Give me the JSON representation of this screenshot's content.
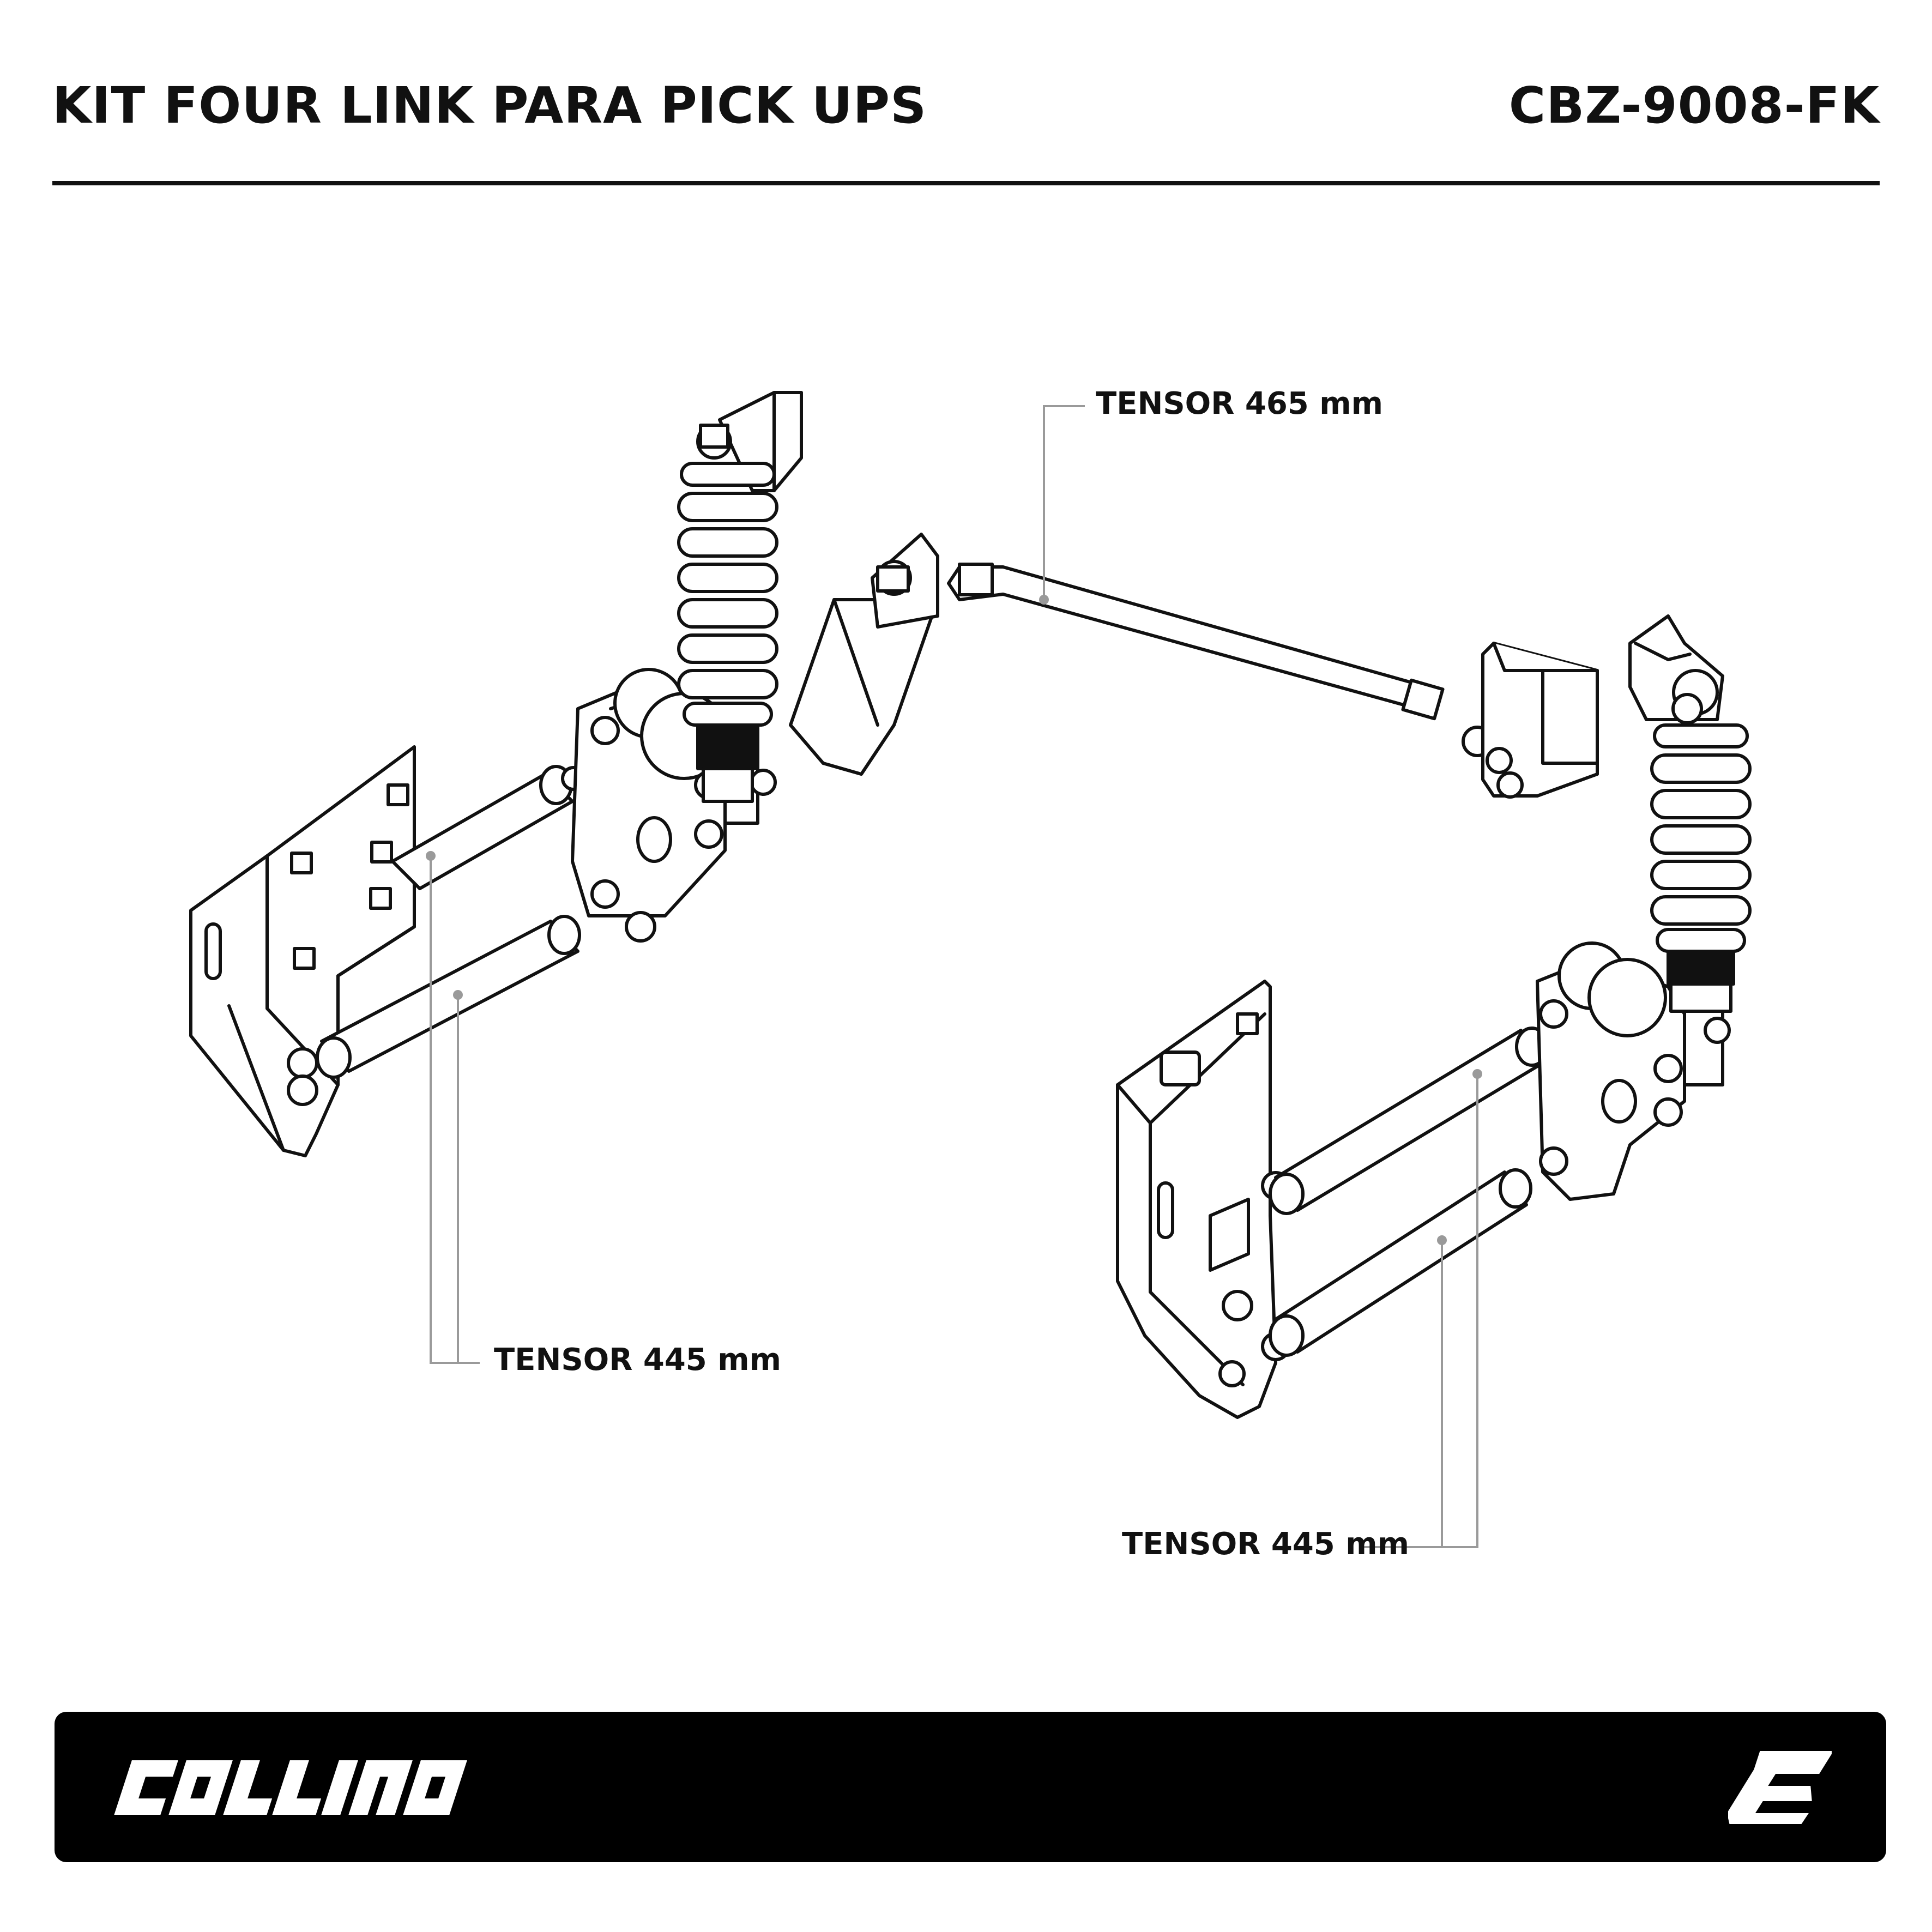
{
  "header": {
    "title": "KIT FOUR LINK PARA PICK UPS",
    "code": "CBZ-9008-FK"
  },
  "callouts": [
    {
      "id": "top",
      "text": "TENSOR 465 mm"
    },
    {
      "id": "left",
      "text": "TENSOR 445 mm"
    },
    {
      "id": "right",
      "text": "TENSOR 445 mm"
    }
  ],
  "footer": {
    "brand": "COLLINO",
    "background": "#000000",
    "foreground": "#ffffff"
  },
  "colors": {
    "line": "#111111",
    "leader": "#9a9a9a",
    "ink": "#111111"
  }
}
